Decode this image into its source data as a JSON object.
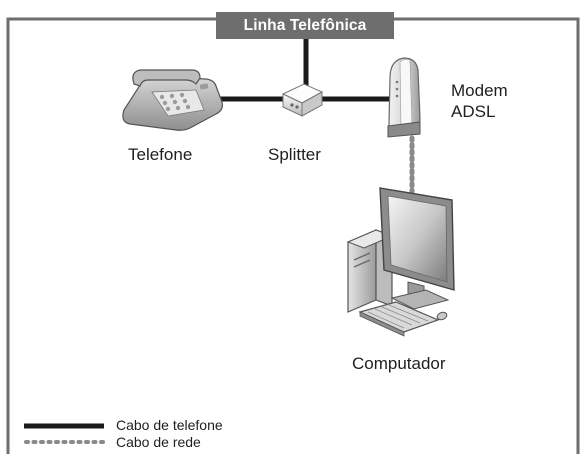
{
  "title": "Linha Telefônica",
  "devices": {
    "telefone": "Telefone",
    "splitter": "Splitter",
    "modem_line1": "Modem",
    "modem_line2": "ADSL",
    "computador": "Computador"
  },
  "legend": {
    "phone_cable": "Cabo de telefone",
    "network_cable": "Cabo de rede"
  },
  "colors": {
    "frame": "#6e6e6e",
    "phone_cable": "#1a1a1a",
    "network_cable": "#8a8a8a",
    "title_bg": "#6e6e6e"
  },
  "icons": [
    "telephone-icon",
    "splitter-icon",
    "modem-icon",
    "computer-icon"
  ]
}
